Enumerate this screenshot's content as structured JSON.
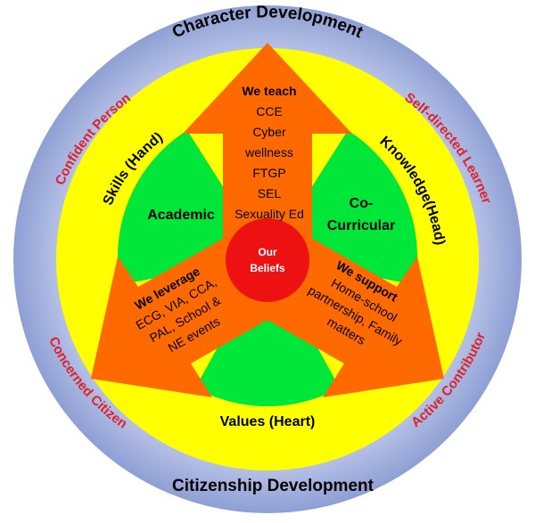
{
  "outer_ring": {
    "top_title": "Character Development",
    "bottom_title": "Citizenship Development",
    "left_upper": "Confident Person",
    "right_upper": "Self-directed Learner",
    "left_lower": "Concerned Citizen",
    "right_lower": "Active Contributor"
  },
  "yellow_ring": {
    "left": "Skills (Hand)",
    "right": "Knowledge(Head)",
    "bottom": "Values (Heart)"
  },
  "green_areas": {
    "left": "Academic",
    "right_line1": "Co-",
    "right_line2": "Curricular"
  },
  "arrows": {
    "up": {
      "heading": "We teach",
      "lines": [
        "CCE",
        "Cyber",
        "wellness",
        "FTGP",
        "SEL",
        "Sexuality Ed"
      ]
    },
    "left": {
      "heading": "We leverage",
      "lines": [
        "ECG, VIA, CCA,",
        "PAL, School &",
        "NE events"
      ]
    },
    "right": {
      "heading": "We support",
      "lines": [
        "Home-school",
        "partnership, Family",
        "matters"
      ]
    }
  },
  "core": {
    "line1": "Our",
    "line2": "Beliefs"
  },
  "colors": {
    "outer_ring": "#a9b5de",
    "yellow_ring": "#ffff00",
    "green": "#00e639",
    "arrow": "#ff6a00",
    "core": "#ee1111",
    "accent_text": "#e0202a"
  }
}
